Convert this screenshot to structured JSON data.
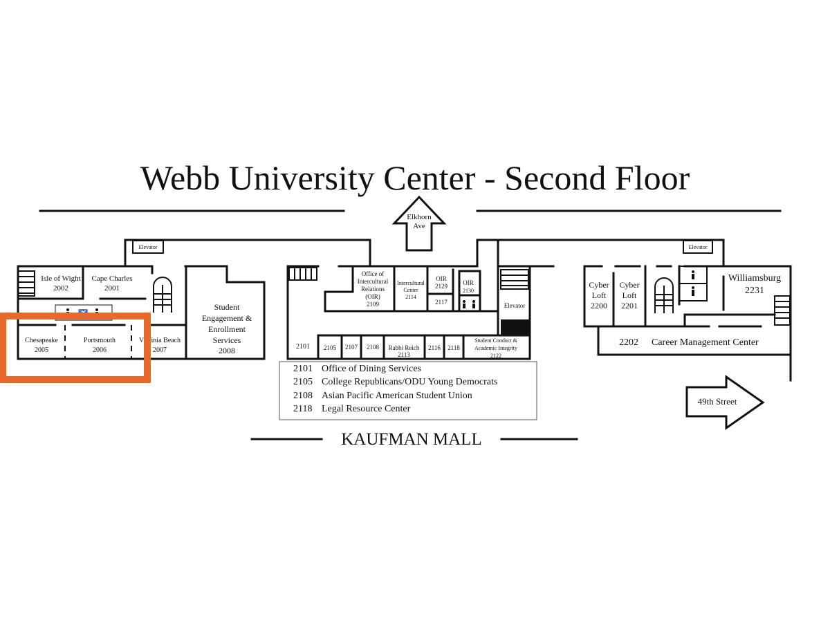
{
  "title": "Webb University Center - Second Floor",
  "directions": {
    "north": "Elkhorn Ave",
    "east": "49th Street",
    "south": "KAUFMAN MALL"
  },
  "elevators": [
    "Elevator",
    "Elevator",
    "Elevator"
  ],
  "rooms": [
    {
      "name": "Isle of Wight",
      "number": "2002"
    },
    {
      "name": "Cape Charles",
      "number": "2001"
    },
    {
      "name": "Chesapeake",
      "number": "2005"
    },
    {
      "name": "Portsmouth",
      "number": "2006"
    },
    {
      "name": "Virginia Beach",
      "number": "2007"
    },
    {
      "name": "Student Engagement & Enrollment Services",
      "lines": [
        "Student",
        "Engagement &",
        "Enrollment",
        "Services"
      ],
      "number": "2008"
    },
    {
      "name": "Office of Intercultural Relations (OIR)",
      "lines": [
        "Office of",
        "Intercultural",
        "Relations",
        "(OIR)"
      ],
      "number": "2109"
    },
    {
      "name": "Intercultural Center",
      "lines": [
        "Intercultural",
        "Center"
      ],
      "number": "2114"
    },
    {
      "name": "OIR",
      "number": "2129"
    },
    {
      "name": "OIR",
      "number": "2130"
    },
    {
      "name": "",
      "number": "2117"
    },
    {
      "name": "",
      "number": "2101"
    },
    {
      "name": "",
      "number": "2105"
    },
    {
      "name": "",
      "number": "2107"
    },
    {
      "name": "",
      "number": "2108"
    },
    {
      "name": "Rabbi Reich",
      "number": "2113"
    },
    {
      "name": "",
      "number": "2116"
    },
    {
      "name": "",
      "number": "2118"
    },
    {
      "name": "Student Conduct & Academic Integrity",
      "lines": [
        "Student Conduct &",
        "Academic Integrity"
      ],
      "number": "2122"
    },
    {
      "name": "Cyber Loft",
      "lines": [
        "Cyber",
        "Loft"
      ],
      "number": "2200"
    },
    {
      "name": "Cyber Loft",
      "lines": [
        "Cyber",
        "Loft"
      ],
      "number": "2201"
    },
    {
      "name": "Williamsburg",
      "number": "2231"
    },
    {
      "name": "Career Management Center",
      "number": "2202"
    }
  ],
  "legend": [
    {
      "number": "2101",
      "label": "Office of Dining Services"
    },
    {
      "number": "2105",
      "label": "College Republicans/ODU Young Democrats"
    },
    {
      "number": "2108",
      "label": "Asian Pacific American Student Union"
    },
    {
      "number": "2118",
      "label": "Legal Resource Center"
    }
  ],
  "highlight_color": "#e8692c"
}
